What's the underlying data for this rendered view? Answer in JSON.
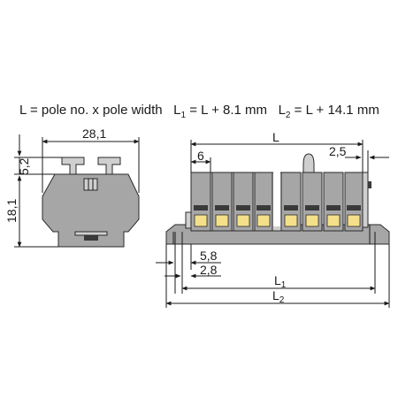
{
  "formula": {
    "part1": "L = pole no. x pole width",
    "l1_symbol": "L",
    "l1_sub": "1",
    "l1_expr": " = L + 8.1 mm",
    "l2_symbol": "L",
    "l2_sub": "2",
    "l2_expr": " = L + 14.1 mm"
  },
  "dimensions": {
    "width_side": "28,1",
    "height_top": "5,2",
    "height_body": "18,1",
    "length_L": "L",
    "pole_width": "6",
    "marker": "2,5",
    "offset_a": "5,8",
    "offset_b": "2,8",
    "length_L1": "L",
    "length_L1_sub": "1",
    "length_L2": "L",
    "length_L2_sub": "2"
  },
  "colors": {
    "housing": "#a6a6a6",
    "housing_light": "#cfcfcf",
    "clamp_window": "#f4e08a"
  }
}
